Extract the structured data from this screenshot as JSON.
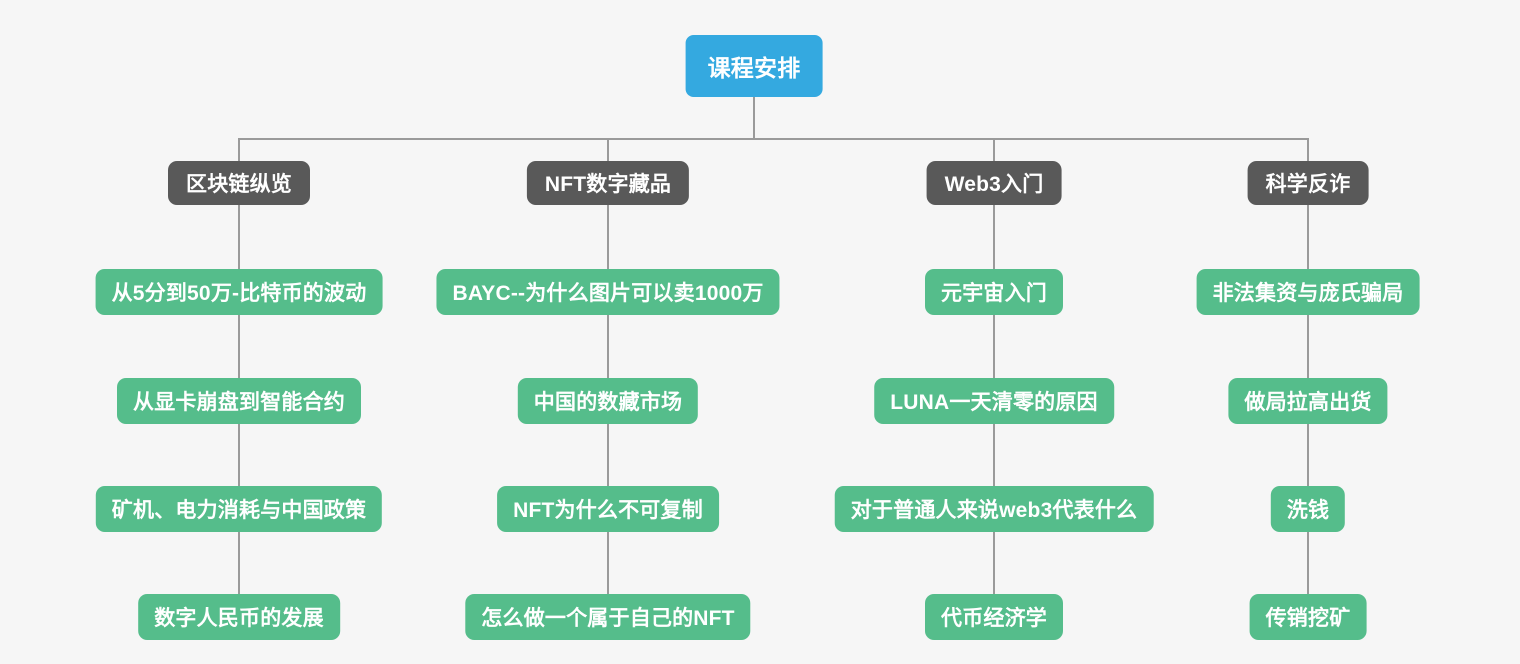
{
  "diagram": {
    "title": "课程安排",
    "background_color": "#f6f6f6",
    "colors": {
      "root": "#34a9e0",
      "branch": "#595959",
      "leaf": "#55bd8b",
      "connector": "#9a9a9a",
      "text": "#ffffff"
    },
    "root": {
      "label": "课程安排"
    },
    "branches": [
      {
        "label": "区块链纵览",
        "leaves": [
          {
            "label": "从5分到50万-比特币的波动"
          },
          {
            "label": "从显卡崩盘到智能合约"
          },
          {
            "label": "矿机、电力消耗与中国政策"
          },
          {
            "label": "数字人民币的发展"
          }
        ]
      },
      {
        "label": "NFT数字藏品",
        "leaves": [
          {
            "label": "BAYC--为什么图片可以卖1000万"
          },
          {
            "label": "中国的数藏市场"
          },
          {
            "label": "NFT为什么不可复制"
          },
          {
            "label": "怎么做一个属于自己的NFT"
          }
        ]
      },
      {
        "label": "Web3入门",
        "leaves": [
          {
            "label": "元宇宙入门"
          },
          {
            "label": "LUNA一天清零的原因"
          },
          {
            "label": "对于普通人来说web3代表什么"
          },
          {
            "label": "代币经济学"
          }
        ]
      },
      {
        "label": "科学反诈",
        "leaves": [
          {
            "label": "非法集资与庞氏骗局"
          },
          {
            "label": "做局拉高出货"
          },
          {
            "label": "洗钱"
          },
          {
            "label": "传销挖矿"
          }
        ]
      }
    ]
  }
}
